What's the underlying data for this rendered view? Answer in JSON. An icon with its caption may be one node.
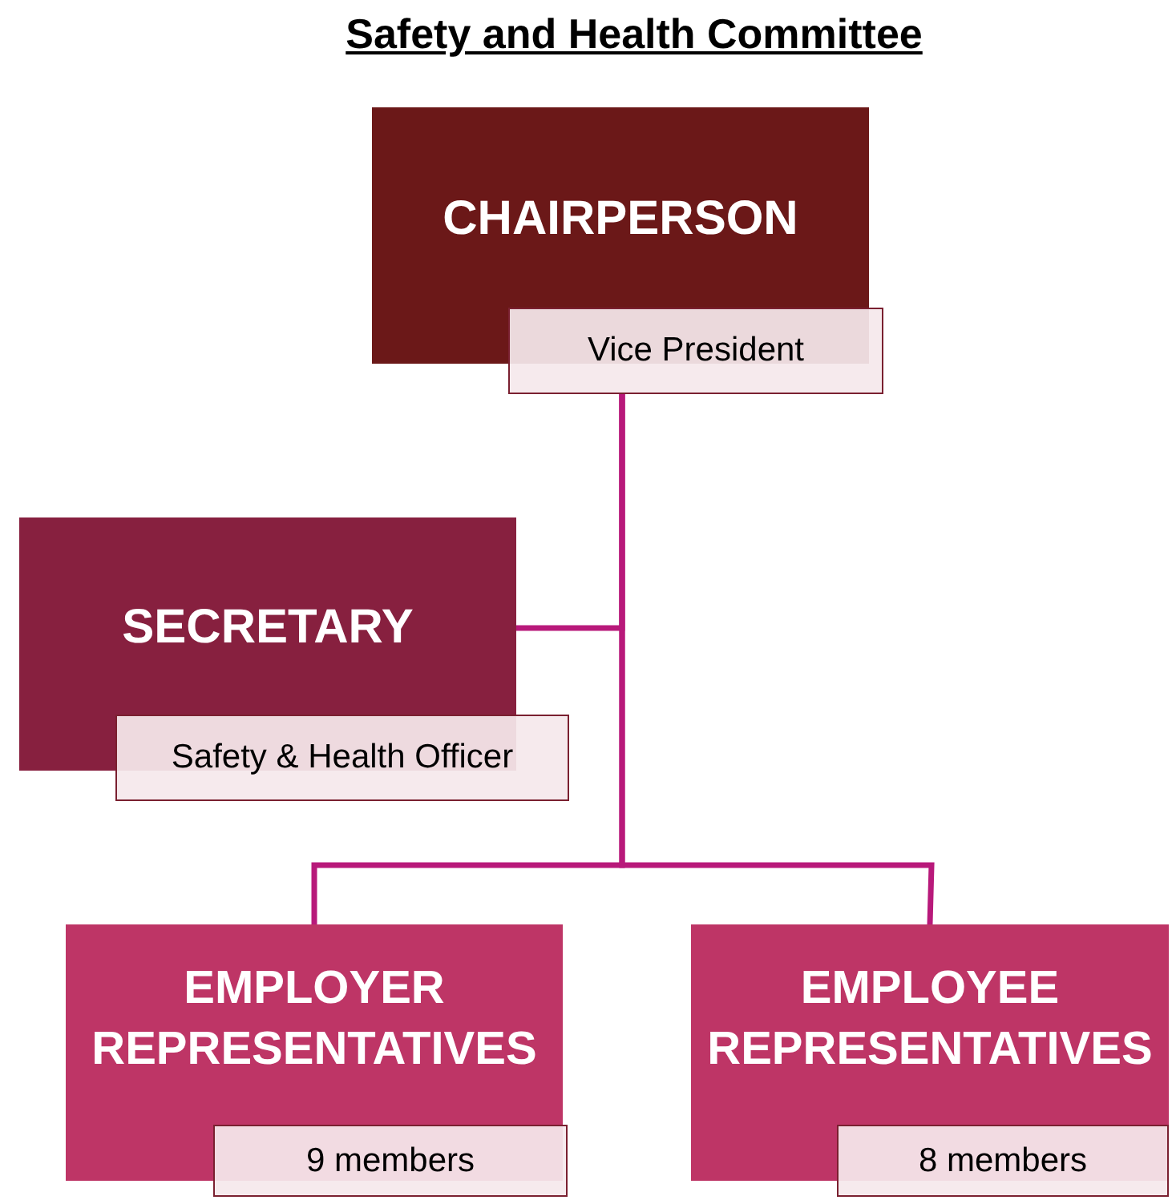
{
  "diagram": {
    "title": "Safety and Health Committee",
    "nodes": [
      {
        "text": [
          "CHAIRPERSON"
        ]
      },
      {
        "text": [
          "Vice President"
        ]
      },
      {
        "text": [
          "SECRETARY"
        ]
      },
      {
        "text": [
          "Safety & Health Officer"
        ]
      },
      {
        "text": [
          "EMPLOYER REPRESENTATIVES"
        ]
      },
      {
        "text": [
          "9 members"
        ]
      },
      {
        "text": [
          "EMPLOYEE REPRESENTATIVES"
        ]
      },
      {
        "text": [
          "8 members"
        ]
      }
    ],
    "edges": [
      {
        "from": 1,
        "to": 2,
        "arrow": "none"
      },
      {
        "from": 1,
        "to": 4,
        "arrow": "none"
      },
      {
        "from": 1,
        "to": 6,
        "arrow": "none"
      }
    ]
  }
}
